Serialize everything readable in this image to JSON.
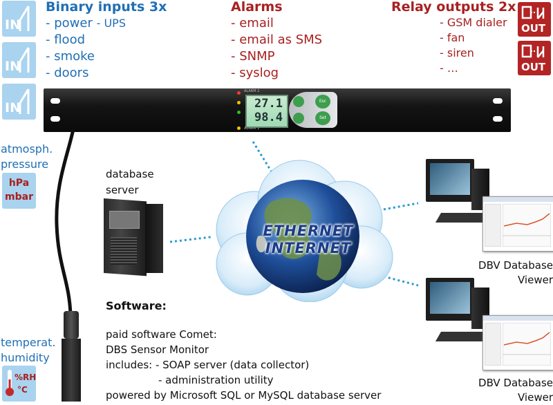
{
  "binary": {
    "title": "Binary inputs 3x",
    "items": [
      "- power",
      "- UPS",
      "- flood",
      "- smoke",
      "- doors"
    ],
    "tile_label": "IN"
  },
  "alarms": {
    "title": "Alarms",
    "items": [
      "- email",
      "- email as SMS",
      "- SNMP",
      "- syslog"
    ]
  },
  "relay": {
    "title": "Relay outputs 2x",
    "items": [
      "- GSM dialer",
      "- fan",
      "- siren",
      "- …"
    ],
    "tile_label": "OUT"
  },
  "device": {
    "alarm2": "ALARM 2",
    "alarm1": "ALARM 1",
    "lcd_top": "27.1",
    "lcd_bottom": "98.4",
    "btn_esc": "Esc",
    "btn_set": "Set"
  },
  "pressure": {
    "label1": "atmosph.",
    "label2": "pressure",
    "unit1": "hPa",
    "unit2": "mbar"
  },
  "humidity": {
    "label1": "temperat.",
    "label2": "humidity",
    "unit_rh": "%RH",
    "unit_c": "°C"
  },
  "server": {
    "label1": "database",
    "label2": "server"
  },
  "network": {
    "line1": "ETHERNET",
    "line2": "INTERNET"
  },
  "viewer": {
    "line1": "DBV Database",
    "line2": "Viewer"
  },
  "software": {
    "title": "Software:",
    "lines": [
      "paid software Comet:",
      "DBS Sensor Monitor",
      "includes: - SOAP server (data collector)",
      "- administration utility",
      "powered by Microsoft SQL or MySQL database server"
    ]
  },
  "colors": {
    "blue": "#1f6fb5",
    "red": "#a82020",
    "tile_in": "#a9d3ee",
    "tile_out": "#b32424",
    "dotted": "#2b9ad0"
  }
}
